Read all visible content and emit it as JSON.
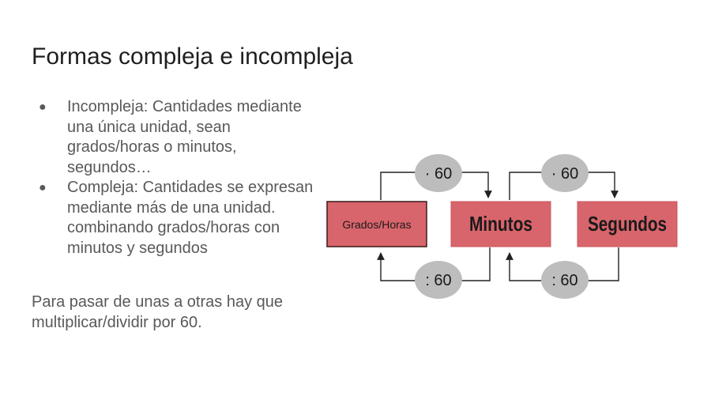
{
  "slide": {
    "title": "Formas compleja e incompleja",
    "bullets": [
      {
        "marker": "●",
        "text": "Incompleja: Cantidades mediante una única unidad, sean grados/horas o minutos, segundos…"
      },
      {
        "marker": "●",
        "text": "Compleja: Cantidades se expresan mediante más de una unidad. combinando grados/horas con minutos y segundos"
      }
    ],
    "note": "Para pasar de unas a otras hay que multiplicar/dividir por 60."
  },
  "diagram": {
    "units": [
      "Grados/Horas",
      "Minutos",
      "Segundos"
    ],
    "operations": {
      "multiply_1": "· 60",
      "multiply_2": "· 60",
      "divide_1": ": 60",
      "divide_2": ": 60"
    },
    "colors": {
      "box_fill": "#d9656c",
      "box_border_dark": "#3a1a1a",
      "circle_fill": "#bdbdbd",
      "arrow": "#222222",
      "text_dark": "#1a1a1a",
      "text_body": "#595959"
    }
  }
}
